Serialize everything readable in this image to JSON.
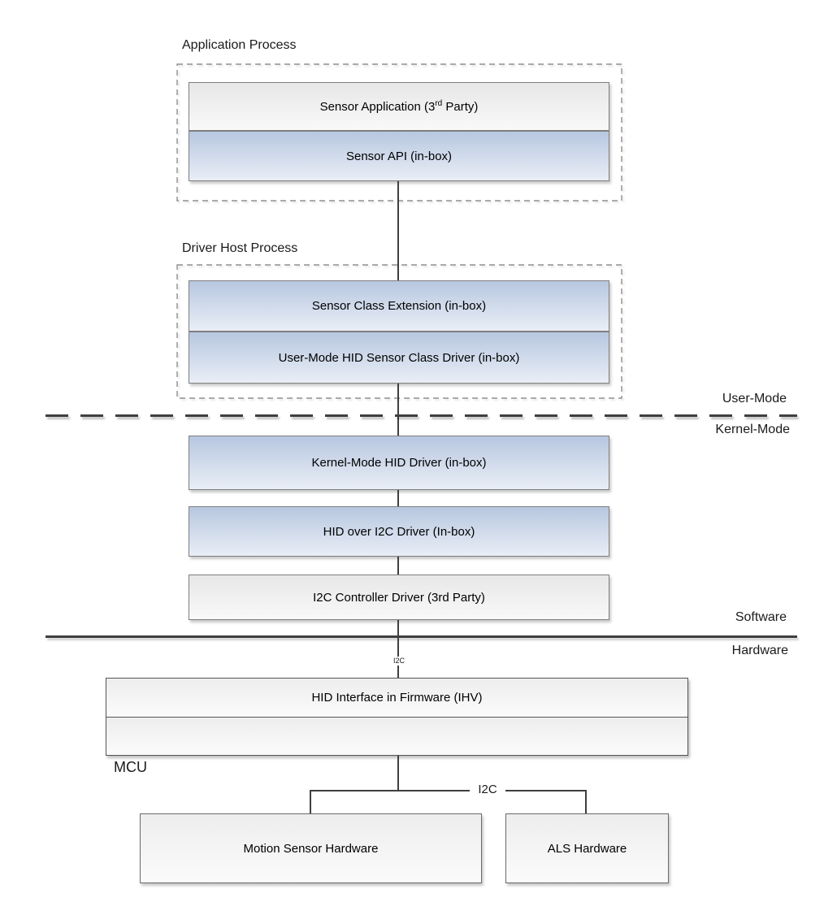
{
  "labels": {
    "application_process": "Application Process",
    "driver_host_process": "Driver Host Process",
    "user_mode": "User-Mode",
    "kernel_mode": "Kernel-Mode",
    "software": "Software",
    "hardware": "Hardware",
    "mcu": "MCU",
    "i2c_top": "I2C",
    "i2c_bottom": "I2C"
  },
  "boxes": {
    "sensor_application": {
      "pre": "Sensor Application (3",
      "sup": "rd",
      "post": " Party)"
    },
    "sensor_api": {
      "label": "Sensor API (in-box)"
    },
    "sensor_class_extension": {
      "label": "Sensor Class Extension (in-box)"
    },
    "user_mode_hid_driver": {
      "label": "User-Mode HID Sensor Class Driver (in-box)"
    },
    "kernel_mode_hid_driver": {
      "label": "Kernel-Mode HID Driver (in-box)"
    },
    "hid_over_i2c_driver": {
      "label": "HID over I2C Driver (In-box)"
    },
    "i2c_controller_driver": {
      "label": "I2C Controller Driver (3rd Party)"
    },
    "hid_firmware": {
      "label": "HID Interface in Firmware (IHV)"
    },
    "motion_sensor": {
      "label": "Motion Sensor Hardware"
    },
    "als": {
      "label": "ALS Hardware"
    }
  },
  "theme": {
    "blue-top": "#b7c7e0",
    "blue-bottom": "#e9eef6",
    "gray-top": "#e7e7e7",
    "gray-bottom": "#f9f9f9",
    "light-top": "#ededed",
    "light-bottom": "#fbfbfb",
    "line": "#3f3f3f",
    "box-border": "#7f7f7f",
    "dark-border": "#555555",
    "dash-border": "#8f8f8f",
    "text": "#111111"
  }
}
